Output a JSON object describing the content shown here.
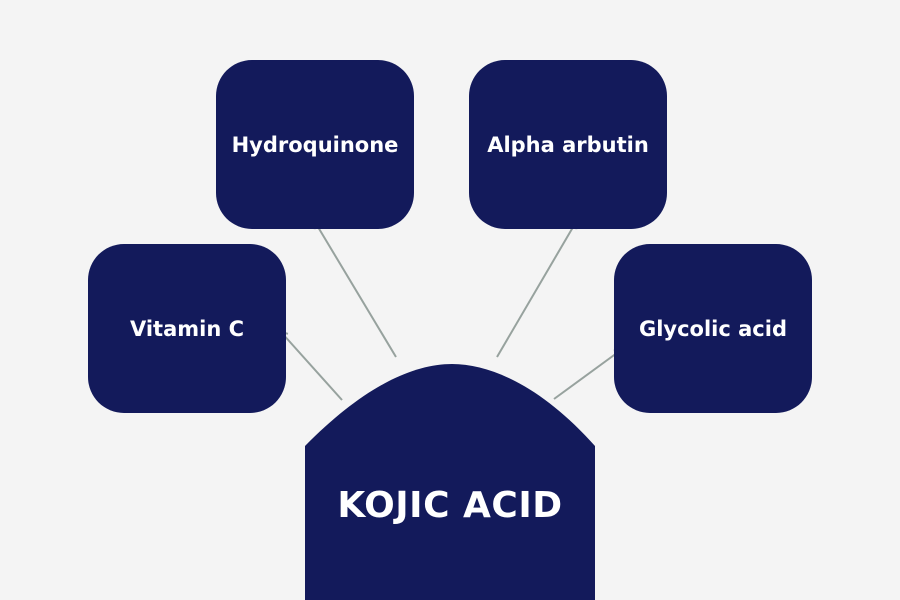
{
  "colors": {
    "background": "#f4f4f4",
    "node_fill": "#131a5b",
    "text": "#ffffff",
    "connector": "#97a29e"
  },
  "center": {
    "label": "KOJIC ACID",
    "shape": "arched-dome"
  },
  "nodes": [
    {
      "id": "hydroquinone",
      "label": "Hydroquinone"
    },
    {
      "id": "alpha-arbutin",
      "label": "Alpha arbutin"
    },
    {
      "id": "vitamin-c",
      "label": "Vitamin C"
    },
    {
      "id": "glycolic-acid",
      "label": "Glycolic acid"
    }
  ],
  "connectors": [
    {
      "from": "kojic-acid",
      "to": "vitamin-c",
      "icon": "arrow-icon"
    },
    {
      "from": "kojic-acid",
      "to": "hydroquinone",
      "icon": "arrow-icon"
    },
    {
      "from": "kojic-acid",
      "to": "alpha-arbutin",
      "icon": "arrow-icon"
    },
    {
      "from": "kojic-acid",
      "to": "glycolic-acid",
      "icon": "arrow-icon"
    }
  ]
}
